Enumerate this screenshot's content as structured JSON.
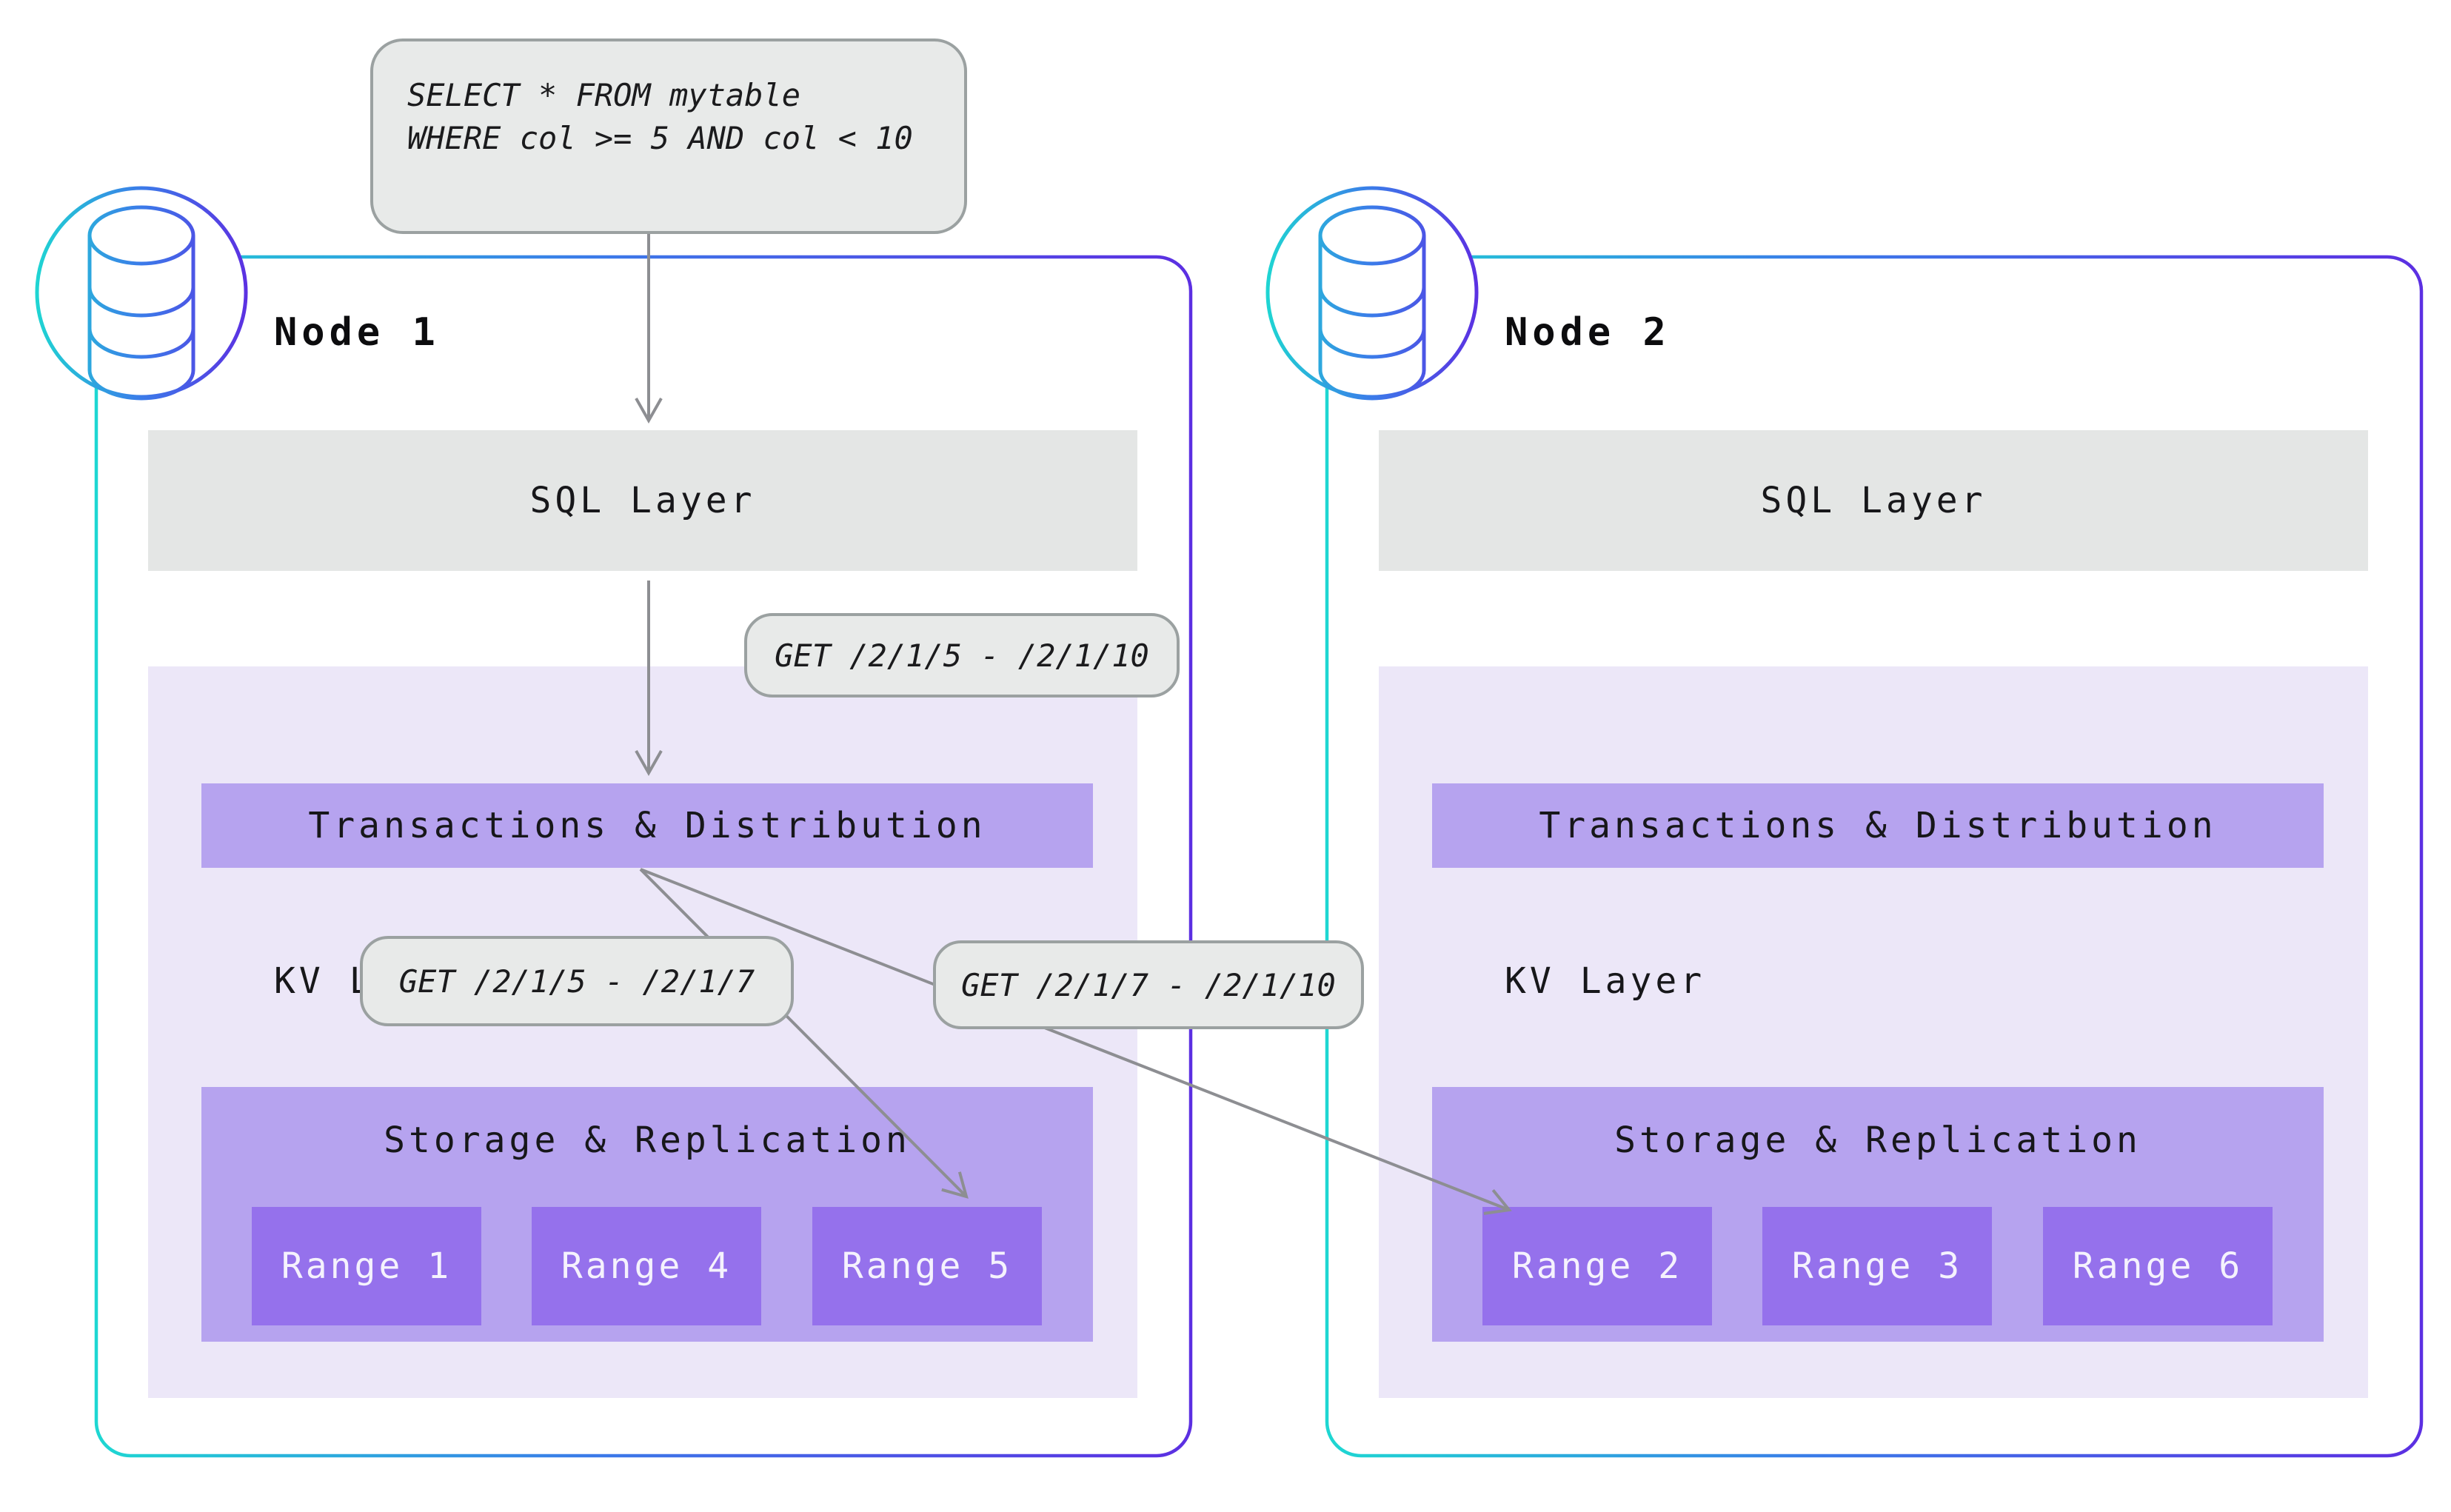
{
  "colors": {
    "background": "#ffffff",
    "pill_fill": "#e8eae9",
    "pill_border": "#9ba1a1",
    "sql_layer_fill": "#e4e6e5",
    "kv_layer_fill": "#ece7f8",
    "bar_fill": "#b6a3ef",
    "range_fill": "#9571ec",
    "range_text": "#f5f2fd",
    "text_dark": "#17171a",
    "arrow": "#8d8e92",
    "node_gradient_start": "#1ed7d2",
    "node_gradient_mid": "#3b7be9",
    "node_gradient_end": "#5c2fe2"
  },
  "query": {
    "line1": "SELECT * FROM mytable",
    "line2": "WHERE col >= 5 AND col < 10"
  },
  "annotations": {
    "get_full": "GET /2/1/5 - /2/1/10",
    "get_left": "GET /2/1/5 - /2/1/7",
    "get_right": "GET /2/1/7 - /2/1/10"
  },
  "layers": {
    "sql": "SQL Layer",
    "kv": "KV Layer",
    "transactions": "Transactions & Distribution",
    "storage": "Storage & Replication"
  },
  "nodes": [
    {
      "label": "Node 1",
      "icon": "database-icon",
      "ranges": [
        "Range 1",
        "Range 4",
        "Range 5"
      ]
    },
    {
      "label": "Node 2",
      "icon": "database-icon",
      "ranges": [
        "Range 2",
        "Range 3",
        "Range 6"
      ]
    }
  ]
}
